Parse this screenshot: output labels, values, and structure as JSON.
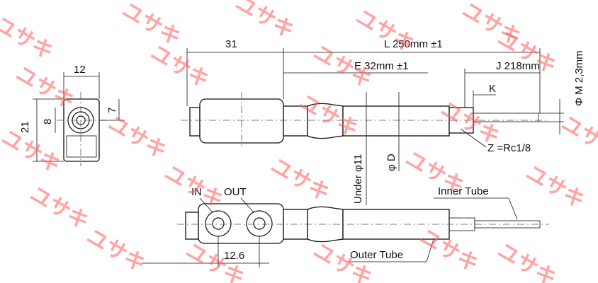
{
  "labels": {
    "width_12": "12",
    "dim_7": "7",
    "dim_8": "8",
    "dim_21": "21",
    "dim_31": "31",
    "dim_L": "L 250mm ±1",
    "dim_E": "E  32mm ±1",
    "dim_J": "J  218mm",
    "dim_K": "K",
    "dim_M": "Φ M  2,3mm",
    "dim_D": "φ D",
    "under": "Under φ11",
    "port_Z": "Z =Rc1/8",
    "in": "IN",
    "out": "OUT",
    "inner_tube": "Inner Tube",
    "outer_tube": "Outer Tube",
    "spacing": "12.6"
  },
  "watermark": {
    "text": "ユサキ",
    "color": "#ff5a5a"
  }
}
